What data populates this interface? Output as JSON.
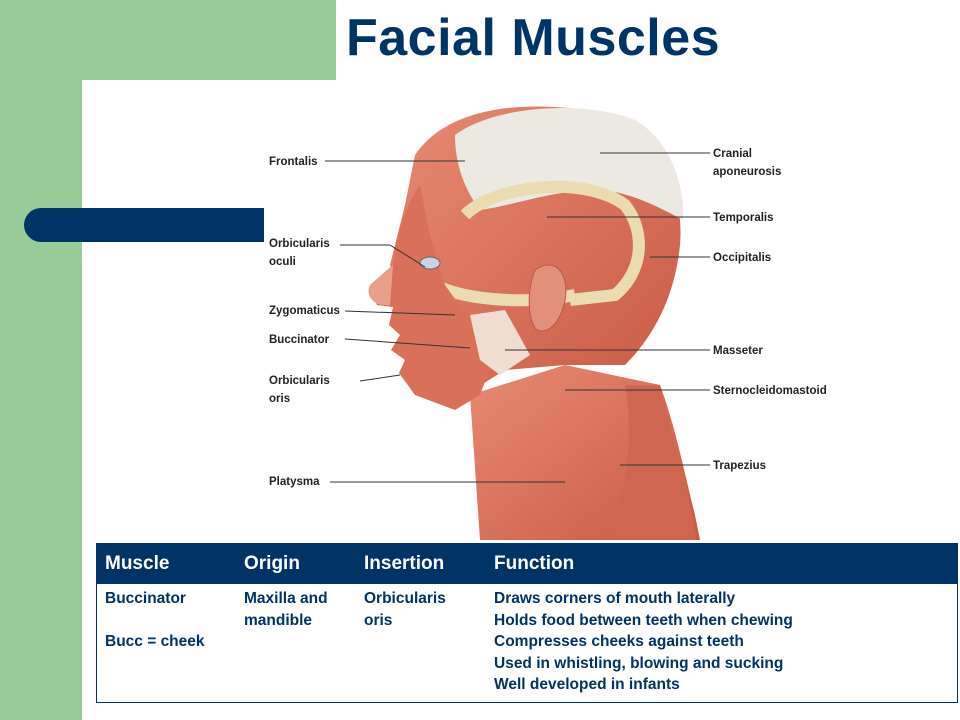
{
  "slide": {
    "title": "Facial Muscles"
  },
  "figure": {
    "labels_left": [
      "Frontalis",
      "Orbicularis",
      "oculi",
      "Zygomaticus",
      "Buccinator",
      "Orbicularis",
      "oris",
      "Platysma"
    ],
    "labels_right": [
      "Cranial",
      "aponeurosis",
      "Temporalis",
      "Occipitalis",
      "Masseter",
      "Sternocleidomastoid",
      "Trapezius"
    ]
  },
  "table": {
    "headers": [
      "Muscle",
      "Origin",
      "Insertion",
      "Function"
    ],
    "row": {
      "muscle": [
        "Buccinator",
        "Bucc = cheek"
      ],
      "origin": [
        "Maxilla and",
        "mandible"
      ],
      "insertion": [
        "Orbicularis",
        "oris"
      ],
      "function": [
        "Draws corners of mouth laterally",
        "Holds food between teeth when chewing",
        "Compresses cheeks against teeth",
        "Used in whistling, blowing and sucking",
        "Well developed in infants"
      ]
    }
  },
  "colors": {
    "navy": "#003366",
    "green": "#99cc99",
    "muscle": "#d9705a",
    "aponeurosis": "#ece8e2",
    "tendon": "#eadcb0"
  }
}
